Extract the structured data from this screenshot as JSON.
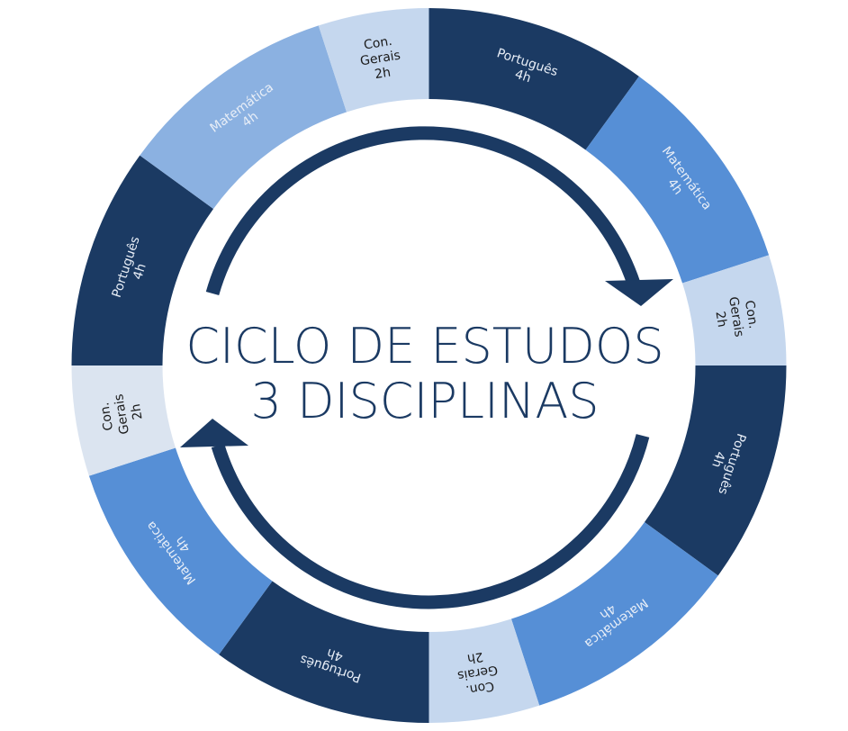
{
  "title": {
    "line1": "CICLO DE ESTUDOS",
    "line2": "3 DISCIPLINAS",
    "color": "#1b3a63"
  },
  "colors": {
    "portugues": "#1b3a63",
    "matematica_mid": "#568fd6",
    "matematica_light": "#8bb1e1",
    "con_gerais": "#c5d7ee",
    "con_gerais_pale": "#dbe4f0",
    "arrow": "#1b3a63",
    "text_light": "#e8eef7",
    "text_dark": "#1a1a1a"
  },
  "ring": {
    "segments": [
      {
        "id": "seg-1",
        "subject": "Português",
        "hours": "4h",
        "start_deg": 0,
        "end_deg": 36,
        "color_key": "portugues",
        "label": [
          "Português",
          "4h"
        ]
      },
      {
        "id": "seg-2",
        "subject": "Matemática",
        "hours": "4h",
        "start_deg": 36,
        "end_deg": 72,
        "color_key": "matematica_mid",
        "label": [
          "Matemática",
          "4h"
        ]
      },
      {
        "id": "seg-3",
        "subject": "Con. Gerais",
        "hours": "2h",
        "start_deg": 72,
        "end_deg": 90,
        "color_key": "con_gerais",
        "label": [
          "Con.",
          "Gerais",
          "2h"
        ]
      },
      {
        "id": "seg-4",
        "subject": "Português",
        "hours": "4h",
        "start_deg": 90,
        "end_deg": 126,
        "color_key": "portugues",
        "label": [
          "Português",
          "4h"
        ]
      },
      {
        "id": "seg-5",
        "subject": "Matemática",
        "hours": "4h",
        "start_deg": 126,
        "end_deg": 162,
        "color_key": "matematica_mid",
        "label": [
          "Matemática",
          "4h"
        ]
      },
      {
        "id": "seg-6",
        "subject": "Con. Gerais",
        "hours": "2h",
        "start_deg": 162,
        "end_deg": 180,
        "color_key": "con_gerais",
        "label": [
          "Con.",
          "Gerais",
          "2h"
        ]
      },
      {
        "id": "seg-7",
        "subject": "Português",
        "hours": "4h",
        "start_deg": 180,
        "end_deg": 216,
        "color_key": "portugues",
        "label": [
          "Português",
          "4h"
        ]
      },
      {
        "id": "seg-8",
        "subject": "Matemática",
        "hours": "4h",
        "start_deg": 216,
        "end_deg": 252,
        "color_key": "matematica_mid",
        "label": [
          "Matemática",
          "4h"
        ]
      },
      {
        "id": "seg-9",
        "subject": "Con. Gerais",
        "hours": "2h",
        "start_deg": 252,
        "end_deg": 270,
        "color_key": "con_gerais_pale",
        "label": [
          "Con.",
          "Gerais",
          "2h"
        ]
      },
      {
        "id": "seg-10",
        "subject": "Português",
        "hours": "4h",
        "start_deg": 270,
        "end_deg": 306,
        "color_key": "portugues",
        "label": [
          "Português",
          "4h"
        ]
      },
      {
        "id": "seg-11",
        "subject": "Matemática",
        "hours": "4h",
        "start_deg": 306,
        "end_deg": 342,
        "color_key": "matematica_light",
        "label": [
          "Matemática",
          "4h"
        ]
      },
      {
        "id": "seg-12",
        "subject": "Con. Gerais",
        "hours": "2h",
        "start_deg": 342,
        "end_deg": 360,
        "color_key": "con_gerais",
        "label": [
          "Con.",
          "Gerais",
          "2h"
        ]
      }
    ]
  }
}
